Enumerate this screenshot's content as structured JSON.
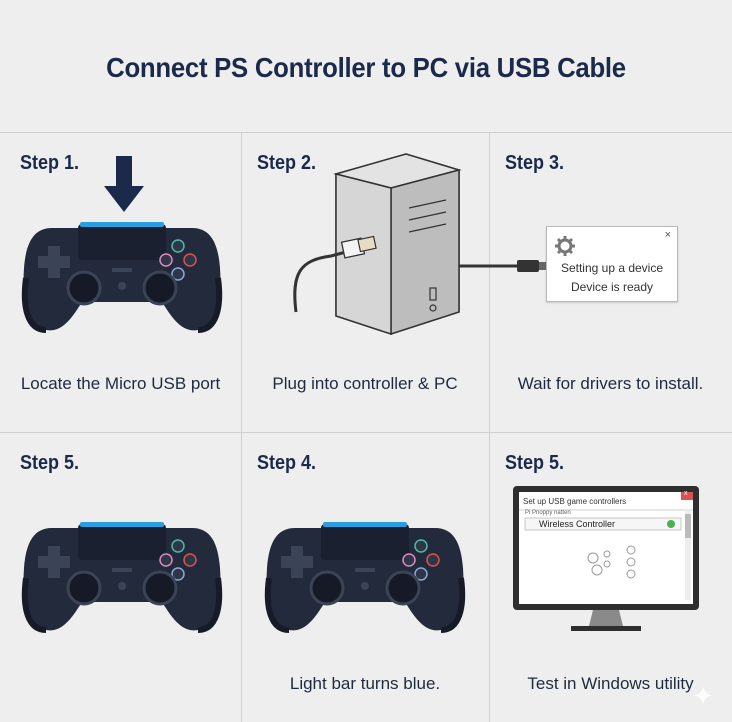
{
  "title": "Connect PS Controller to PC via USB Cable",
  "steps": [
    {
      "label": "Step 1.",
      "caption": "Locate the Micro USB port",
      "icon": "controller-with-arrow-icon"
    },
    {
      "label": "Step 2.",
      "caption": "Plug into controller & PC",
      "icon": "pc-tower-usb-icon"
    },
    {
      "label": "Step 3.",
      "caption": "Wait for drivers to install.",
      "icon": "setup-notification-icon"
    },
    {
      "label": "Step 5.",
      "caption": "",
      "icon": "controller-icon"
    },
    {
      "label": "Step 4.",
      "caption": "Light bar turns blue.",
      "icon": "controller-icon"
    },
    {
      "label": "Step 5.",
      "caption": "Test in Windows utility",
      "icon": "monitor-icon"
    }
  ],
  "notification": {
    "line1": "Setting up a device",
    "line2": "Device is ready",
    "close": "×"
  },
  "monitor": {
    "window_title": "Set up USB game controllers",
    "subtitle": "Pi Pnoppy natten",
    "item": "Wireless Controller",
    "close": "x"
  },
  "colors": {
    "controller": "#232a3b",
    "lightbar": "#2a9fe0",
    "arrow": "#1b2a4a",
    "pc": "#d4d4d4"
  }
}
